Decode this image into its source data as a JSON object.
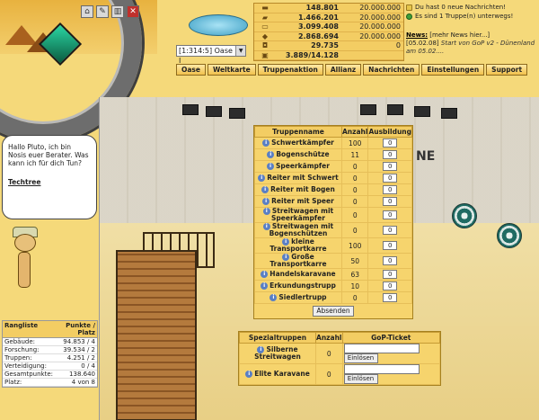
{
  "toolbar": {
    "icons": [
      "home-icon",
      "edit-icon",
      "chart-icon",
      "close-icon"
    ],
    "icon_glyphs": [
      "⌂",
      "✎",
      "▥",
      "✕"
    ]
  },
  "oasis": {
    "selected": "[1:314:5] Oase I"
  },
  "resources": [
    {
      "icon": "wood-icon",
      "glyph": "▬",
      "value": "148.801",
      "max": "20.000.000"
    },
    {
      "icon": "stone-icon",
      "glyph": "▰",
      "value": "1.466.201",
      "max": "20.000.000"
    },
    {
      "icon": "iron-icon",
      "glyph": "▭",
      "value": "3.099.408",
      "max": "20.000.000"
    },
    {
      "icon": "gold-icon",
      "glyph": "◆",
      "value": "2.868.694",
      "max": "20.000.000"
    },
    {
      "icon": "shield-icon",
      "glyph": "◘",
      "value": "29.735",
      "max": "0"
    },
    {
      "icon": "population-icon",
      "glyph": "▣",
      "value": "3.889/14.128",
      "max": ""
    }
  ],
  "notices": {
    "messages": "Du hast 0 neue Nachrichten!",
    "troops": "Es sind 1 Truppe(n) unterwegs!"
  },
  "news": {
    "label": "News:",
    "more": "[mehr News hier...]",
    "date": "[05.02.08]",
    "text": "Start von GoP v2 - Dünenland am 05.02...."
  },
  "nav": [
    "Oase",
    "Weltkarte",
    "Truppenaktion",
    "Allianz",
    "Nachrichten",
    "Einstellungen",
    "Support"
  ],
  "advisor": {
    "greeting": "Hallo Pluto, ich bin Nosis euer Berater. Was kann ich für dich Tun?",
    "link": "Techtree"
  },
  "ranking": {
    "header_left": "Rangliste",
    "header_right": "Punkte / Platz",
    "rows": [
      {
        "label": "Gebäude:",
        "value": "94.853 / 4"
      },
      {
        "label": "Forschung:",
        "value": "39.534 / 2"
      },
      {
        "label": "Truppen:",
        "value": "4.251 / 2"
      },
      {
        "label": "Verteidigung:",
        "value": "0 / 4"
      },
      {
        "label": "Gesamtpunkte:",
        "value": "138.640"
      },
      {
        "label": "Platz:",
        "value": "4 von 8"
      }
    ]
  },
  "scene": {
    "wall_sign": "NE"
  },
  "troops": {
    "headers": [
      "Truppenname",
      "Anzahl",
      "Ausbildung"
    ],
    "rows": [
      {
        "name": "Schwertkämpfer",
        "count": "100",
        "input": "0"
      },
      {
        "name": "Bogenschütze",
        "count": "11",
        "input": "0"
      },
      {
        "name": "Speerkämpfer",
        "count": "0",
        "input": "0"
      },
      {
        "name": "Reiter mit Schwert",
        "count": "0",
        "input": "0"
      },
      {
        "name": "Reiter mit Bogen",
        "count": "0",
        "input": "0"
      },
      {
        "name": "Reiter mit Speer",
        "count": "0",
        "input": "0"
      },
      {
        "name": "Streitwagen mit Speerkämpfer",
        "count": "0",
        "input": "0"
      },
      {
        "name": "Streitwagen mit Bogenschützen",
        "count": "0",
        "input": "0"
      },
      {
        "name": "kleine Transportkarre",
        "count": "100",
        "input": "0"
      },
      {
        "name": "Große Transportkarre",
        "count": "50",
        "input": "0"
      },
      {
        "name": "Handelskaravane",
        "count": "63",
        "input": "0"
      },
      {
        "name": "Erkundungstrupp",
        "count": "10",
        "input": "0"
      },
      {
        "name": "Siedlertrupp",
        "count": "0",
        "input": "0"
      }
    ],
    "submit": "Absenden"
  },
  "special": {
    "headers": [
      "Spezialtruppen",
      "Anzahl",
      "GoP-Ticket"
    ],
    "rows": [
      {
        "name": "Silberne Streitwagen",
        "count": "0",
        "button": "Einlösen"
      },
      {
        "name": "Elite Karavane",
        "count": "0",
        "button": "Einlösen"
      }
    ]
  }
}
